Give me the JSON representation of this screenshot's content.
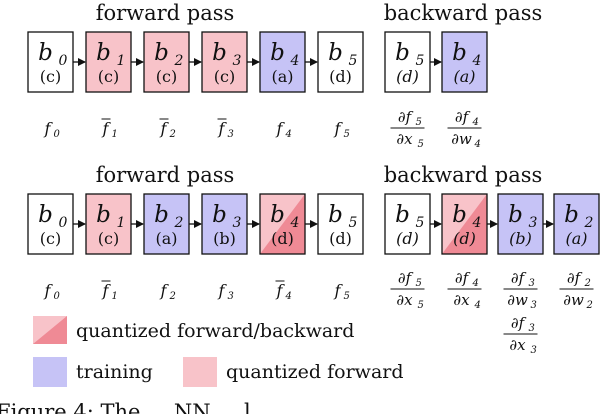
{
  "colors": {
    "training": "#c6c3f6",
    "quantized_forward": "#f8c3c9",
    "quantized_fwd_bwd_dark": "#ef8a95",
    "border": "#111111"
  },
  "diagram_top": {
    "forward_title": "forward pass",
    "backward_title": "backward pass",
    "forward_blocks": [
      {
        "name": "b",
        "index": "0",
        "tag": "(c)",
        "kind": "plain",
        "fn": "f",
        "fn_bar": false
      },
      {
        "name": "b",
        "index": "1",
        "tag": "(c)",
        "kind": "quantized_forward",
        "fn": "f",
        "fn_bar": true
      },
      {
        "name": "b",
        "index": "2",
        "tag": "(c)",
        "kind": "quantized_forward",
        "fn": "f",
        "fn_bar": true
      },
      {
        "name": "b",
        "index": "3",
        "tag": "(c)",
        "kind": "quantized_forward",
        "fn": "f",
        "fn_bar": true
      },
      {
        "name": "b",
        "index": "4",
        "tag": "(a)",
        "kind": "training",
        "fn": "f",
        "fn_bar": false
      },
      {
        "name": "b",
        "index": "5",
        "tag": "(d)",
        "kind": "plain",
        "fn": "f",
        "fn_bar": false
      }
    ],
    "backward_blocks": [
      {
        "name": "b",
        "index": "5",
        "tag": "(d)",
        "kind": "plain",
        "grad_num": "∂f",
        "grad_num_sub": "5",
        "grad_den": "∂x",
        "grad_den_sub": "5"
      },
      {
        "name": "b",
        "index": "4",
        "tag": "(a)",
        "kind": "training",
        "grad_num": "∂f",
        "grad_num_sub": "4",
        "grad_den": "∂w",
        "grad_den_sub": "4"
      }
    ]
  },
  "diagram_bottom": {
    "forward_title": "forward pass",
    "backward_title": "backward pass",
    "forward_blocks": [
      {
        "name": "b",
        "index": "0",
        "tag": "(c)",
        "kind": "plain",
        "fn": "f",
        "fn_bar": false
      },
      {
        "name": "b",
        "index": "1",
        "tag": "(c)",
        "kind": "quantized_forward",
        "fn": "f",
        "fn_bar": true
      },
      {
        "name": "b",
        "index": "2",
        "tag": "(a)",
        "kind": "training",
        "fn": "f",
        "fn_bar": false
      },
      {
        "name": "b",
        "index": "3",
        "tag": "(b)",
        "kind": "training",
        "fn": "f",
        "fn_bar": false
      },
      {
        "name": "b",
        "index": "4",
        "tag": "(d)",
        "kind": "quantized_fwd_bwd",
        "fn": "f",
        "fn_bar": true
      },
      {
        "name": "b",
        "index": "5",
        "tag": "(d)",
        "kind": "plain",
        "fn": "f",
        "fn_bar": false
      }
    ],
    "backward_blocks": [
      {
        "name": "b",
        "index": "5",
        "tag": "(d)",
        "kind": "plain",
        "grads": [
          {
            "num": "∂f",
            "num_sub": "5",
            "den": "∂x",
            "den_sub": "5"
          }
        ]
      },
      {
        "name": "b",
        "index": "4",
        "tag": "(d)",
        "kind": "quantized_fwd_bwd",
        "grads": [
          {
            "num": "∂f",
            "num_sub": "4",
            "den": "∂x",
            "den_sub": "4"
          }
        ]
      },
      {
        "name": "b",
        "index": "3",
        "tag": "(b)",
        "kind": "training",
        "grads": [
          {
            "num": "∂f",
            "num_sub": "3",
            "den": "∂w",
            "den_sub": "3"
          },
          {
            "num": "∂f",
            "num_sub": "3",
            "den": "∂x",
            "den_sub": "3"
          }
        ]
      },
      {
        "name": "b",
        "index": "2",
        "tag": "(a)",
        "kind": "training",
        "grads": [
          {
            "num": "∂f",
            "num_sub": "2",
            "den": "∂w",
            "den_sub": "2"
          }
        ]
      }
    ]
  },
  "legend": {
    "quantized_fwd_bwd": "quantized forward/backward",
    "training": "training",
    "quantized_forward": "quantized forward"
  },
  "caption_fragment": "Figure 4: The ... NN ... l"
}
